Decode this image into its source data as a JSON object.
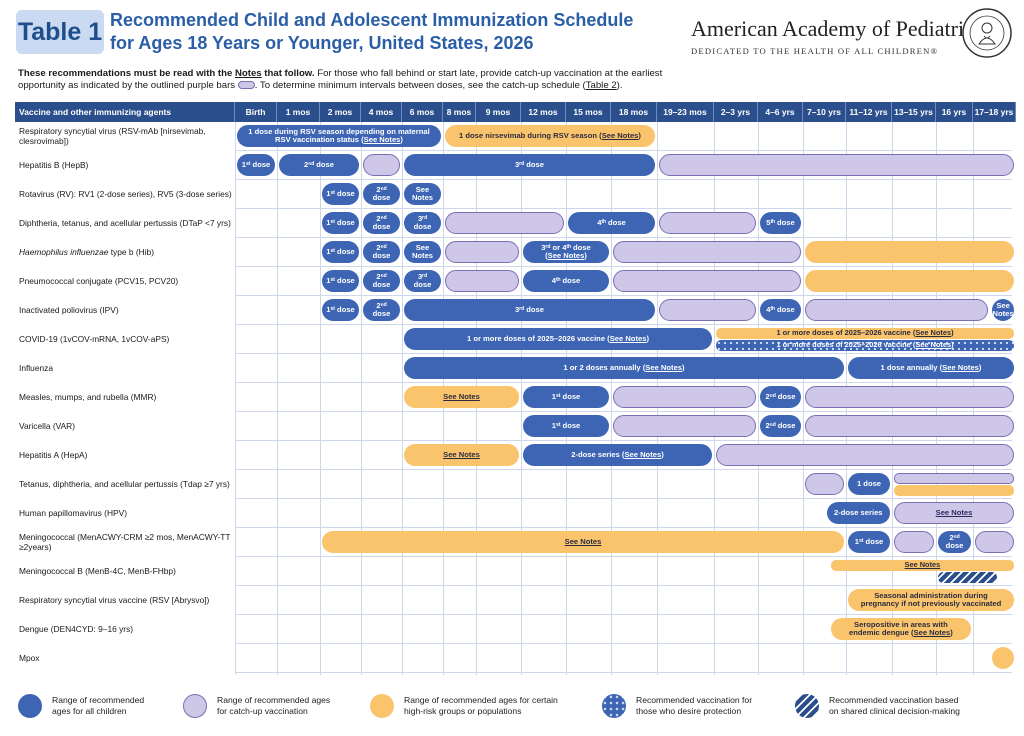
{
  "header": {
    "table_tag": "Table 1",
    "title_line1": "Recommended Child and Adolescent Immunization Schedule",
    "title_line2": "for Ages 18 Years or Younger, United States, 2026",
    "org_name": "American Academy of Pediatrics",
    "org_tagline": "DEDICATED TO THE HEALTH OF ALL CHILDREN®"
  },
  "intro": {
    "bold_a": "These recommendations must be read with the ",
    "bold_notes": "Notes",
    "bold_b": " that follow.",
    "text_a": " For those who fall behind or start late, provide catch-up vaccination at the earliest opportunity as indicated by the outlined purple bars ",
    "text_b": ". To determine minimum intervals between doses, see the catch-up schedule (",
    "table2_link": "Table 2",
    "text_c": ")."
  },
  "colors": {
    "header_bg": "#2b4f8c",
    "recommended": "#3d65b4",
    "catch_up": "#cfc7e8",
    "high_risk": "#fac46c",
    "title": "#2a5ea7"
  },
  "columns": [
    "Vaccine and other immunizing agents",
    "Birth",
    "1 mos",
    "2 mos",
    "4 mos",
    "6 mos",
    "8 mos",
    "9 mos",
    "12 mos",
    "15 mos",
    "18 mos",
    "19–23 mos",
    "2–3 yrs",
    "4–6 yrs",
    "7–10 yrs",
    "11–12 yrs",
    "13–15 yrs",
    "16 yrs",
    "17–18 yrs"
  ],
  "vaccines": [
    {
      "name": "Respiratory syncytial virus (RSV-mAb [nirsevimab, clesrovimab])",
      "italic_prefix": "",
      "bars": [
        {
          "type": "blue",
          "c0": 0,
          "c1": 5,
          "label": "1 dose during RSV season depending on maternal",
          "label2": "RSV vaccination status (See Notes)"
        },
        {
          "type": "risk",
          "c0": 5,
          "c1": 10,
          "label": "1 dose nirsevimab during RSV season (See Notes)"
        }
      ]
    },
    {
      "name": "Hepatitis B (HepB)",
      "italic_prefix": "",
      "bars": [
        {
          "type": "blue",
          "c0": 0,
          "c1": 1,
          "label": "1ˢᵗ dose"
        },
        {
          "type": "blue",
          "c0": 1,
          "c1": 3,
          "label": "2ⁿᵈ dose"
        },
        {
          "type": "catch",
          "c0": 3,
          "c1": 4,
          "label": ""
        },
        {
          "type": "blue",
          "c0": 4,
          "c1": 10,
          "label": "3ʳᵈ dose"
        },
        {
          "type": "catch",
          "c0": 10,
          "c1": 18,
          "label": ""
        }
      ]
    },
    {
      "name": "Rotavirus (RV): RV1 (2-dose series), RV5 (3-dose series)",
      "italic_prefix": "",
      "bars": [
        {
          "type": "blue",
          "c0": 2,
          "c1": 3,
          "label": "1ˢᵗ dose"
        },
        {
          "type": "blue",
          "c0": 3,
          "c1": 4,
          "label": "2ⁿᵈ",
          "label2": "dose"
        },
        {
          "type": "blue",
          "c0": 4,
          "c1": 5,
          "label": "See",
          "label2": "Notes"
        }
      ]
    },
    {
      "name": "Diphtheria, tetanus, and acellular pertussis (DTaP <7 yrs)",
      "italic_prefix": "",
      "bars": [
        {
          "type": "blue",
          "c0": 2,
          "c1": 3,
          "label": "1ˢᵗ dose"
        },
        {
          "type": "blue",
          "c0": 3,
          "c1": 4,
          "label": "2ⁿᵈ",
          "label2": "dose"
        },
        {
          "type": "blue",
          "c0": 4,
          "c1": 5,
          "label": "3ʳᵈ",
          "label2": "dose"
        },
        {
          "type": "catch",
          "c0": 5,
          "c1": 8,
          "label": ""
        },
        {
          "type": "blue",
          "c0": 8,
          "c1": 10,
          "label": "4ᵗʰ dose"
        },
        {
          "type": "catch",
          "c0": 10,
          "c1": 12,
          "label": ""
        },
        {
          "type": "blue",
          "c0": 12,
          "c1": 13,
          "label": "5ᵗʰ dose"
        }
      ]
    },
    {
      "name": " type b (Hib)",
      "italic_prefix": "Haemophilus influenzae",
      "bars": [
        {
          "type": "blue",
          "c0": 2,
          "c1": 3,
          "label": "1ˢᵗ dose"
        },
        {
          "type": "blue",
          "c0": 3,
          "c1": 4,
          "label": "2ⁿᵈ",
          "label2": "dose"
        },
        {
          "type": "blue",
          "c0": 4,
          "c1": 5,
          "label": "See",
          "label2": "Notes"
        },
        {
          "type": "catch",
          "c0": 5,
          "c1": 7,
          "label": ""
        },
        {
          "type": "blue",
          "c0": 7,
          "c1": 9,
          "label": "3ʳᵈ or 4ᵗʰ dose",
          "label2": "(See Notes)"
        },
        {
          "type": "catch",
          "c0": 9,
          "c1": 13,
          "label": ""
        },
        {
          "type": "risk",
          "c0": 13,
          "c1": 18,
          "label": ""
        }
      ]
    },
    {
      "name": "Pneumococcal conjugate (PCV15, PCV20)",
      "italic_prefix": "",
      "bars": [
        {
          "type": "blue",
          "c0": 2,
          "c1": 3,
          "label": "1ˢᵗ dose"
        },
        {
          "type": "blue",
          "c0": 3,
          "c1": 4,
          "label": "2ⁿᵈ",
          "label2": "dose"
        },
        {
          "type": "blue",
          "c0": 4,
          "c1": 5,
          "label": "3ʳᵈ",
          "label2": "dose"
        },
        {
          "type": "catch",
          "c0": 5,
          "c1": 7,
          "label": ""
        },
        {
          "type": "blue",
          "c0": 7,
          "c1": 9,
          "label": "4ᵗʰ dose"
        },
        {
          "type": "catch",
          "c0": 9,
          "c1": 13,
          "label": ""
        },
        {
          "type": "risk",
          "c0": 13,
          "c1": 18,
          "label": ""
        }
      ]
    },
    {
      "name": "Inactivated poliovirus (IPV)",
      "italic_prefix": "",
      "bars": [
        {
          "type": "blue",
          "c0": 2,
          "c1": 3,
          "label": "1ˢᵗ dose"
        },
        {
          "type": "blue",
          "c0": 3,
          "c1": 4,
          "label": "2ⁿᵈ",
          "label2": "dose"
        },
        {
          "type": "blue",
          "c0": 4,
          "c1": 10,
          "label": "3ʳᵈ dose"
        },
        {
          "type": "catch",
          "c0": 10,
          "c1": 12,
          "label": ""
        },
        {
          "type": "blue",
          "c0": 12,
          "c1": 13,
          "label": "4ᵗʰ dose"
        },
        {
          "type": "catch",
          "c0": 13,
          "c1": 17.4,
          "label": ""
        },
        {
          "type": "blue",
          "c0": 17.4,
          "c1": 18,
          "label": "See",
          "label2": "Notes"
        }
      ]
    },
    {
      "name": "COVID-19 (1vCOV-mRNA, 1vCOV-aPS)",
      "italic_prefix": "",
      "bars": [
        {
          "type": "blue",
          "c0": 4,
          "c1": 11,
          "label": "1 or more doses of 2025–2026 vaccine (See Notes)"
        },
        {
          "type": "risk",
          "c0": 11,
          "c1": 18,
          "label": "1 or more doses of 2025–2026 vaccine (See Notes)",
          "half": "top"
        },
        {
          "type": "dots",
          "c0": 11,
          "c1": 18,
          "label": "1 or more doses of 2025–2026 vaccine (See Notes)",
          "half": "bottom"
        }
      ]
    },
    {
      "name": "Influenza",
      "italic_prefix": "",
      "bars": [
        {
          "type": "blue",
          "c0": 4,
          "c1": 14,
          "label": "1 or 2 doses annually (See Notes)"
        },
        {
          "type": "blue",
          "c0": 14,
          "c1": 18,
          "label": "1 dose annually (See Notes)"
        }
      ]
    },
    {
      "name": "Measles, mumps, and rubella (MMR)",
      "italic_prefix": "",
      "bars": [
        {
          "type": "risk",
          "c0": 4,
          "c1": 7,
          "label": "See Notes"
        },
        {
          "type": "blue",
          "c0": 7,
          "c1": 9,
          "label": "1ˢᵗ dose"
        },
        {
          "type": "catch",
          "c0": 9,
          "c1": 12,
          "label": ""
        },
        {
          "type": "blue",
          "c0": 12,
          "c1": 13,
          "label": "2ⁿᵈ dose"
        },
        {
          "type": "catch",
          "c0": 13,
          "c1": 18,
          "label": ""
        }
      ]
    },
    {
      "name": "Varicella (VAR)",
      "italic_prefix": "",
      "bars": [
        {
          "type": "blue",
          "c0": 7,
          "c1": 9,
          "label": "1ˢᵗ dose"
        },
        {
          "type": "catch",
          "c0": 9,
          "c1": 12,
          "label": ""
        },
        {
          "type": "blue",
          "c0": 12,
          "c1": 13,
          "label": "2ⁿᵈ dose"
        },
        {
          "type": "catch",
          "c0": 13,
          "c1": 18,
          "label": ""
        }
      ]
    },
    {
      "name": "Hepatitis A (HepA)",
      "italic_prefix": "",
      "bars": [
        {
          "type": "risk",
          "c0": 4,
          "c1": 7,
          "label": "See Notes"
        },
        {
          "type": "blue",
          "c0": 7,
          "c1": 11,
          "label": "2-dose series (See Notes)"
        },
        {
          "type": "catch",
          "c0": 11,
          "c1": 18,
          "label": ""
        }
      ]
    },
    {
      "name": "Tetanus, diphtheria, and acellular pertussis (Tdap ≥7 yrs)",
      "italic_prefix": "",
      "bars": [
        {
          "type": "catch",
          "c0": 13,
          "c1": 14,
          "label": ""
        },
        {
          "type": "blue",
          "c0": 14,
          "c1": 15,
          "label": "1 dose"
        },
        {
          "type": "catch",
          "c0": 15,
          "c1": 18,
          "label": "",
          "half": "top"
        },
        {
          "type": "risk",
          "c0": 15,
          "c1": 18,
          "label": "",
          "half": "bottom"
        }
      ]
    },
    {
      "name": "Human papillomavirus (HPV)",
      "italic_prefix": "",
      "bars": [
        {
          "type": "blue",
          "c0": 13.5,
          "c1": 15,
          "label": "2-dose series"
        },
        {
          "type": "catch",
          "c0": 15,
          "c1": 18,
          "label": "See Notes"
        }
      ]
    },
    {
      "name": "Meningococcal (MenACWY-CRM ≥2 mos, MenACWY-TT ≥2years)",
      "italic_prefix": "",
      "bars": [
        {
          "type": "risk",
          "c0": 2,
          "c1": 14,
          "label": "See Notes"
        },
        {
          "type": "blue",
          "c0": 14,
          "c1": 15,
          "label": "1ˢᵗ dose"
        },
        {
          "type": "catch",
          "c0": 15,
          "c1": 16,
          "label": ""
        },
        {
          "type": "blue",
          "c0": 16,
          "c1": 17,
          "label": "2ⁿᵈ",
          "label2": "dose"
        },
        {
          "type": "catch",
          "c0": 17,
          "c1": 18,
          "label": ""
        }
      ]
    },
    {
      "name": "Meningococcal B (MenB-4C, MenB-FHbp)",
      "italic_prefix": "",
      "bars": [
        {
          "type": "risk",
          "c0": 13.6,
          "c1": 18,
          "label": "See Notes",
          "half": "top"
        },
        {
          "type": "stripe",
          "c0": 16,
          "c1": 17.6,
          "label": "",
          "half": "bottom"
        }
      ]
    },
    {
      "name": "Respiratory syncytial virus vaccine (RSV [Abrysvo])",
      "italic_prefix": "",
      "bars": [
        {
          "type": "risk",
          "c0": 14,
          "c1": 18,
          "label": "Seasonal administration during",
          "label2": "pregnancy if not previously vaccinated"
        }
      ]
    },
    {
      "name": "Dengue (DEN4CYD: 9–16 yrs)",
      "italic_prefix": "",
      "bars": [
        {
          "type": "risk",
          "c0": 13.6,
          "c1": 17,
          "label": "Seropositive in areas with",
          "label2": "endemic dengue (See Notes)"
        }
      ]
    },
    {
      "name": "Mpox",
      "italic_prefix": "",
      "bars": [
        {
          "type": "risk",
          "c0": 17.4,
          "c1": 18,
          "label": ""
        }
      ]
    }
  ],
  "legend": [
    {
      "swatch": "blue",
      "line1": "Range of recommended",
      "line2": "ages for all children"
    },
    {
      "swatch": "catch",
      "line1": "Range of recommended ages",
      "line2": "for catch-up vaccination"
    },
    {
      "swatch": "risk",
      "line1": "Range of recommended ages for certain",
      "line2": "high-risk groups or populations"
    },
    {
      "swatch": "dots",
      "line1": "Recommended vaccination for",
      "line2": "those who desire protection"
    },
    {
      "swatch": "stripe",
      "line1": "Recommended vaccination based",
      "line2": "on shared clinical decision-making"
    }
  ]
}
